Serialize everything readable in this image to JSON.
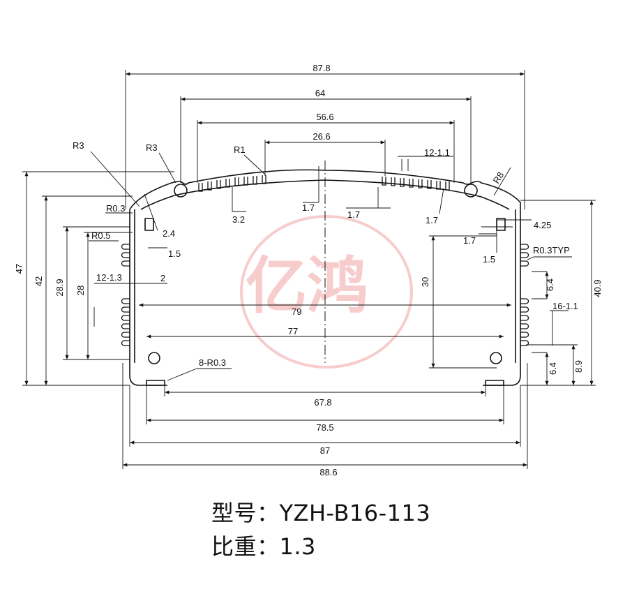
{
  "watermark": {
    "text": "亿鸿",
    "color": "#f2a3a3"
  },
  "dimensions": {
    "overall_top_width": "87.8",
    "top_64": "64",
    "top_56_6": "56.6",
    "top_26_6": "26.6",
    "fins_top_right": "12-1.1",
    "radius_r3_left": "R3",
    "radius_r3_inner": "R3",
    "radius_r1": "R1",
    "radius_r8": "R8",
    "radius_r0_3": "R0.3",
    "radius_r0_5": "R0.5",
    "dim_2_4": "2.4",
    "dim_1_5_left": "1.5",
    "dim_3_2": "3.2",
    "dim_1_7_a": "1.7",
    "dim_1_7_b": "1.7",
    "dim_1_7_c": "1.7",
    "dim_1_7_d": "1.7",
    "dim_4_25": "4.25",
    "dim_1_5_right": "1.5",
    "radius_r0_3_typ": "R0.3TYP",
    "dim_6_4_upper": "6.4",
    "fins_right": "16-1.1",
    "dim_40_9": "40.9",
    "dim_8_9": "8.9",
    "dim_6_4_lower": "6.4",
    "dim_30": "30",
    "height_47": "47",
    "height_42": "42",
    "height_28_9": "28.9",
    "height_28": "28",
    "fins_left": "12-1.3",
    "dim_2": "2",
    "inner_79": "79",
    "inner_77": "77",
    "slots_8_r0_3": "8-R0.3",
    "bottom_67_8": "67.8",
    "bottom_78_5": "78.5",
    "bottom_87": "87",
    "bottom_88_6": "88.6"
  },
  "caption": {
    "model": "型号：YZH-B16-113",
    "weight": "比重：1.3"
  }
}
